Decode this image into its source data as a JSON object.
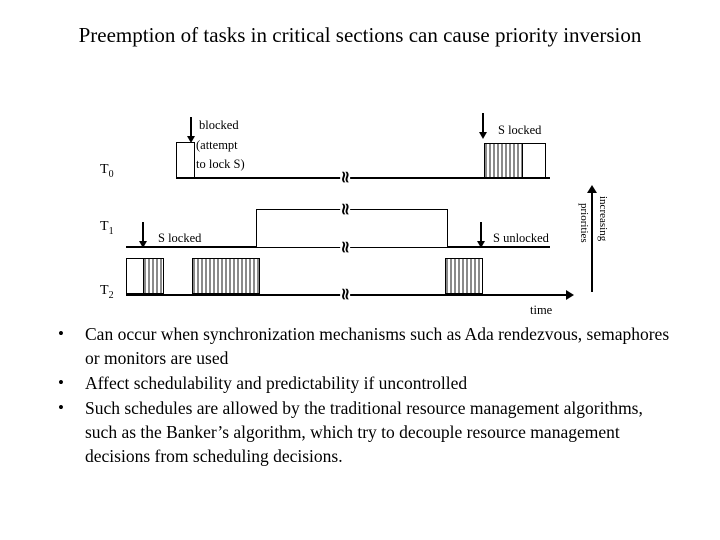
{
  "slide": {
    "title": "Preemption of tasks in critical sections can cause priority inversion"
  },
  "diagram": {
    "tasks": [
      {
        "name": "T",
        "sub": "0"
      },
      {
        "name": "T",
        "sub": "1"
      },
      {
        "name": "T",
        "sub": "2"
      }
    ],
    "annotations": {
      "blocked": "blocked",
      "attempt": "(attempt",
      "to_lock_s": "to lock S)",
      "s_locked_t0": "S locked",
      "s_locked_t1": "S locked",
      "s_unlocked": "S unlocked",
      "time_axis": "time",
      "priority_axis_upper": "increasing",
      "priority_axis_lower": "priorities"
    },
    "break_marks": [
      "≈",
      "≈",
      "≈",
      "≈"
    ],
    "colors": {
      "line": "#000000",
      "hatch": "#8a8a8a",
      "background": "#ffffff"
    }
  },
  "bullets": [
    {
      "marker": "•",
      "text": "Can occur when synchronization mechanisms such as Ada rendezvous, semaphores or monitors are used"
    },
    {
      "marker": "•",
      "text": "Affect schedulability and predictability if uncontrolled"
    },
    {
      "marker": "•",
      "text": "Such schedules are allowed by the traditional resource management algorithms, such as the Banker’s algorithm, which try to decouple resource management decisions from scheduling decisions."
    }
  ]
}
